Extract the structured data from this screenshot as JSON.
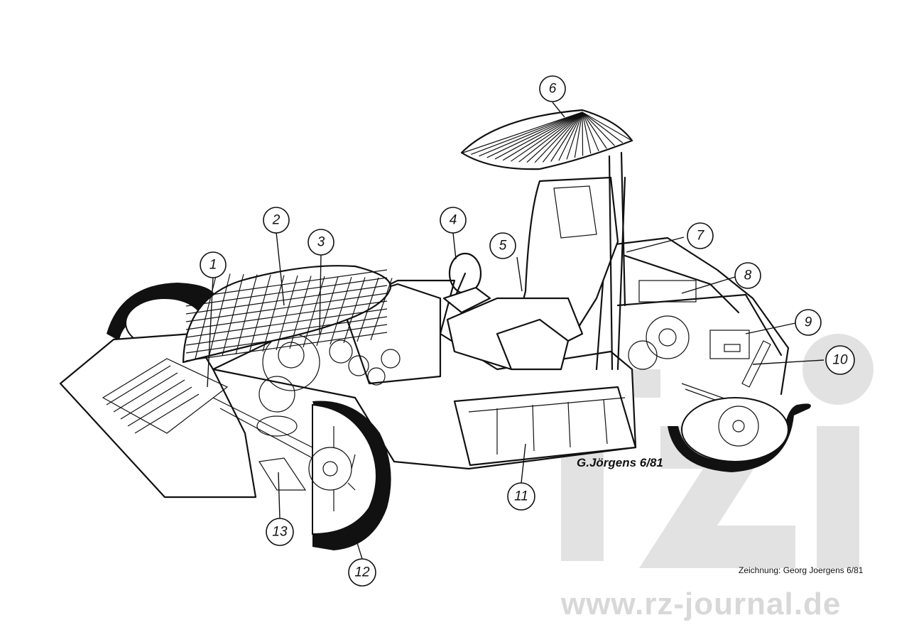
{
  "callouts": [
    "1",
    "2",
    "3",
    "4",
    "5",
    "6",
    "7",
    "8",
    "9",
    "10",
    "11",
    "12",
    "13"
  ],
  "signature": "G.Jörgens 6/81",
  "credit": "Zeichnung: Georg Joergens 6/81",
  "watermark": {
    "text": "www.rz-journal.de",
    "logo": "rz-logo",
    "color": "#d8d8d8"
  },
  "colors": {
    "ink": "#111111",
    "paper": "#ffffff"
  }
}
